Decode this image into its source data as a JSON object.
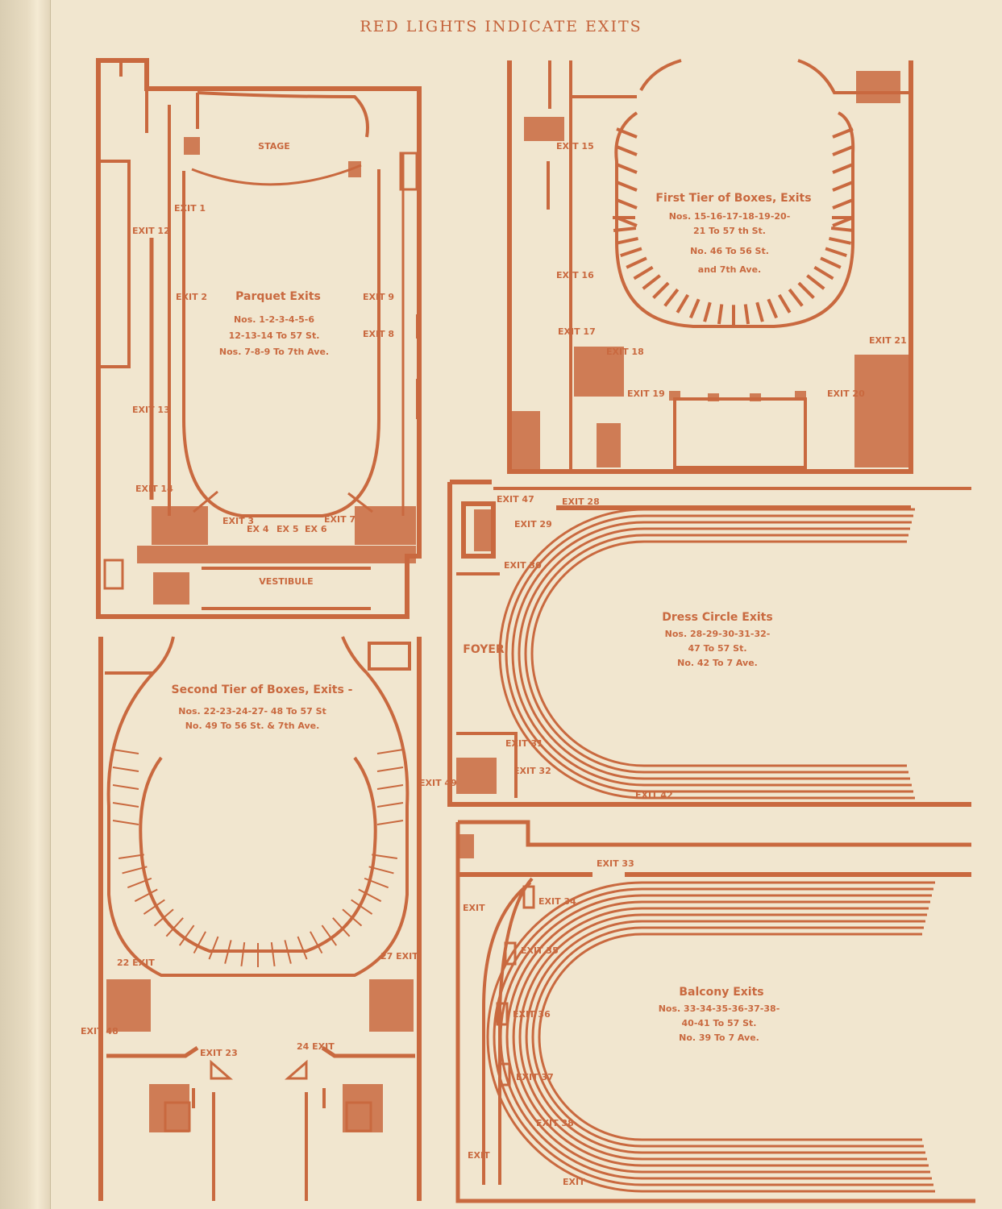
{
  "page_title": "RED LIGHTS INDICATE EXITS",
  "colors": {
    "ink": "#c9693f",
    "paper": "#f1e6cf"
  },
  "parquet": {
    "title": "Parquet Exits",
    "line1": "Nos. 1-2-3-4-5-6",
    "line2": "12-13-14 To 57 St.",
    "line3": "Nos. 7-8-9 To 7th Ave.",
    "stage": "STAGE",
    "vestibule": "VESTIBULE",
    "exits": {
      "e1": "EXIT 1",
      "e2": "EXIT 2",
      "e3": "EXIT 3",
      "e4": "EX 4",
      "e5": "EX 5",
      "e6": "EX 6",
      "e7": "EXIT 7",
      "e8": "EXIT 8",
      "e9": "EXIT 9",
      "e12": "EXIT 12",
      "e13": "EXIT 13",
      "e14": "EXIT 14"
    }
  },
  "first_tier": {
    "title": "First Tier of Boxes, Exits",
    "line1": "Nos. 15-16-17-18-19-20-",
    "line2": "21 To 57 th St.",
    "line3": "No. 46 To 56 St.",
    "line4": "and 7th Ave.",
    "exits": {
      "e15": "EXIT 15",
      "e16": "EXIT 16",
      "e17": "EXIT 17",
      "e18": "EXIT 18",
      "e19": "EXIT 19",
      "e20": "EXIT 20",
      "e21": "EXIT 21"
    }
  },
  "dress_circle": {
    "title": "Dress Circle Exits",
    "line1": "Nos. 28-29-30-31-32-",
    "line2": "47 To 57 St.",
    "line3": "No. 42 To 7 Ave.",
    "foyer": "FOYER",
    "exits": {
      "e47": "EXIT 47",
      "e28": "EXIT 28",
      "e29": "EXIT 29",
      "e30": "EXIT 30",
      "e31": "EXIT 31",
      "e32": "EXIT 32",
      "e42": "EXIT 42"
    }
  },
  "second_tier": {
    "title": "Second Tier of Boxes, Exits -",
    "line1": "Nos. 22-23-24-27- 48 To 57 St",
    "line2": "No. 49 To 56 St. & 7th Ave.",
    "exits": {
      "e49": "EXIT 49",
      "e22": "22 EXIT",
      "e27": "27 EXIT",
      "e48": "EXIT 48",
      "e23": "EXIT 23",
      "e24": "24 EXIT"
    }
  },
  "balcony": {
    "title": "Balcony Exits",
    "line1": "Nos. 33-34-35-36-37-38-",
    "line2": "40-41 To 57 St.",
    "line3": "No. 39 To 7 Ave.",
    "exits": {
      "e33": "EXIT 33",
      "e34": "EXIT 34",
      "e35": "EXIT 35",
      "e36": "EXIT 36",
      "e37": "EXIT 37",
      "e38": "EXIT 38",
      "e40": "EXIT",
      "e41": "EXIT",
      "e39": "EXIT"
    }
  }
}
